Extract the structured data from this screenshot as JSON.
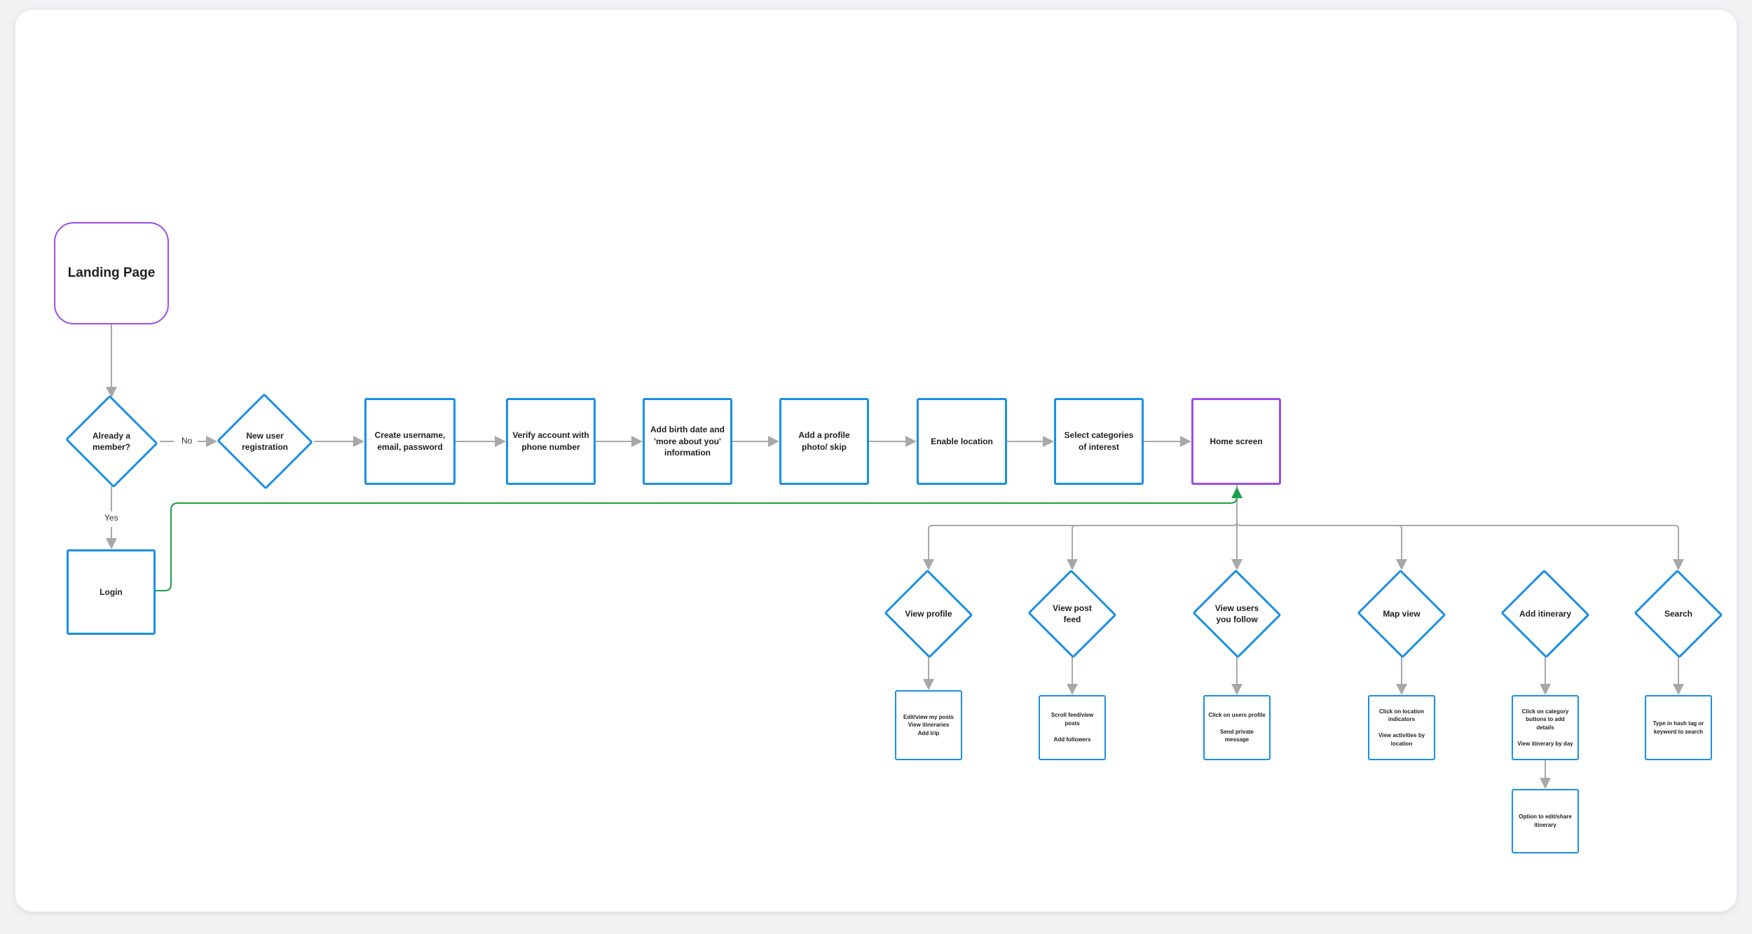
{
  "diagram": {
    "start": "Landing Page",
    "decision_member": "Already a member?",
    "edge_no": "No",
    "edge_yes": "Yes",
    "login": "Login",
    "registration": {
      "new_user": "New user registration",
      "create": "Create username, email, password",
      "verify": "Verify account with phone number",
      "birth": "Add birth date and 'more about you' information",
      "photo": "Add a profile photo/ skip",
      "location": "Enable location",
      "categories": "Select categories of interest"
    },
    "home": "Home screen",
    "branches": {
      "profile": {
        "title": "View profile",
        "detail": "Edit/view my  posts\nView itineraries\nAdd trip"
      },
      "feed": {
        "title": "View post feed",
        "detail": "Scroll feed/view posts\n\nAdd followers"
      },
      "follow": {
        "title": "View users you follow",
        "detail": "Click on users profile\n\nSend private message"
      },
      "map": {
        "title": "Map view",
        "detail": "Click on location indicators\n\nView activities by location"
      },
      "itinerary": {
        "title": "Add itinerary",
        "detail": "Click on category buttons to add details\n\nView itinerary by day",
        "extra": "Option to edit/share itinerary"
      },
      "search": {
        "title": "Search",
        "detail": "Type in hash tag or keyword to search"
      }
    },
    "colors": {
      "process": "#1a8fe6",
      "terminal": "#9a4fe8",
      "connector": "#a8a8a8",
      "login_path": "#1e9e4a"
    }
  }
}
